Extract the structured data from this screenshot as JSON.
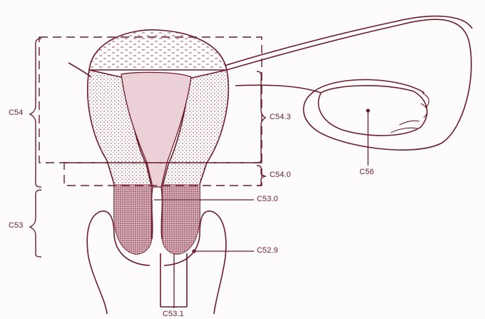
{
  "labels": {
    "c54": "C54",
    "c53": "C53",
    "c54_3": "C54.3",
    "c54_0": "C54.0",
    "c53_0": "C53.0",
    "c52_9": "C52.9",
    "c53_1": "C53.1",
    "c56": "C56"
  },
  "colors": {
    "line": "#6b1d2c",
    "stipple": "#8a2c3e",
    "cervix_shade": "#b58a96",
    "cavity_fill": "#e9c7cf"
  }
}
